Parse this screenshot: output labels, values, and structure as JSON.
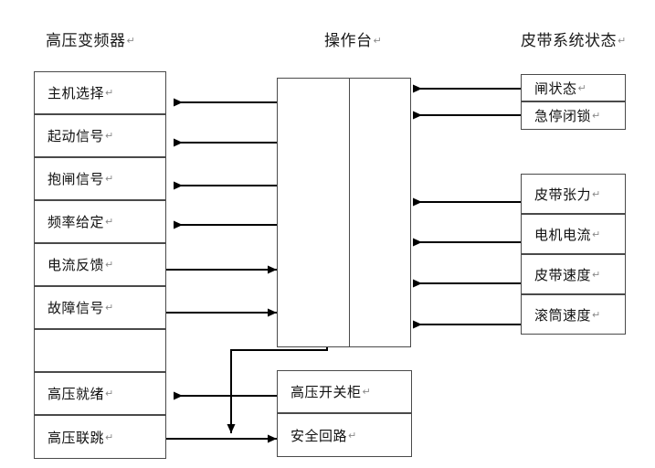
{
  "diagram": {
    "title_left": "高压变频器",
    "title_center": "操作台",
    "title_right": "皮带系统状态",
    "pilcrow": "↵",
    "colors": {
      "stroke": "#4a4a4a",
      "arrow": "#000000",
      "text": "#111111",
      "background": "#ffffff"
    }
  },
  "left_column": {
    "name": "高压变频器",
    "items": [
      {
        "label": "主机选择",
        "direction": "from-console"
      },
      {
        "label": "起动信号",
        "direction": "from-console"
      },
      {
        "label": "抱闸信号",
        "direction": "from-console"
      },
      {
        "label": "频率给定",
        "direction": "from-console"
      },
      {
        "label": "电流反馈",
        "direction": "to-console"
      },
      {
        "label": "故障信号",
        "direction": "to-console"
      },
      {
        "label": "",
        "direction": "none"
      },
      {
        "label": "高压就绪",
        "direction": "from-switchgear"
      },
      {
        "label": "高压联跳",
        "direction": "to-safety-circuit"
      }
    ]
  },
  "center_column": {
    "name": "操作台",
    "console_label": "",
    "bottom_items": [
      {
        "label": "高压开关柜"
      },
      {
        "label": "安全回路"
      }
    ]
  },
  "right_column": {
    "name": "皮带系统状态",
    "group_upper": [
      {
        "label": "闸状态",
        "direction": "to-console"
      },
      {
        "label": "急停闭锁",
        "direction": "to-console"
      }
    ],
    "group_lower": [
      {
        "label": "皮带张力",
        "direction": "to-console"
      },
      {
        "label": "电机电流",
        "direction": "to-console"
      },
      {
        "label": "皮带速度",
        "direction": "to-console"
      },
      {
        "label": "滚筒速度",
        "direction": "to-console"
      }
    ]
  }
}
